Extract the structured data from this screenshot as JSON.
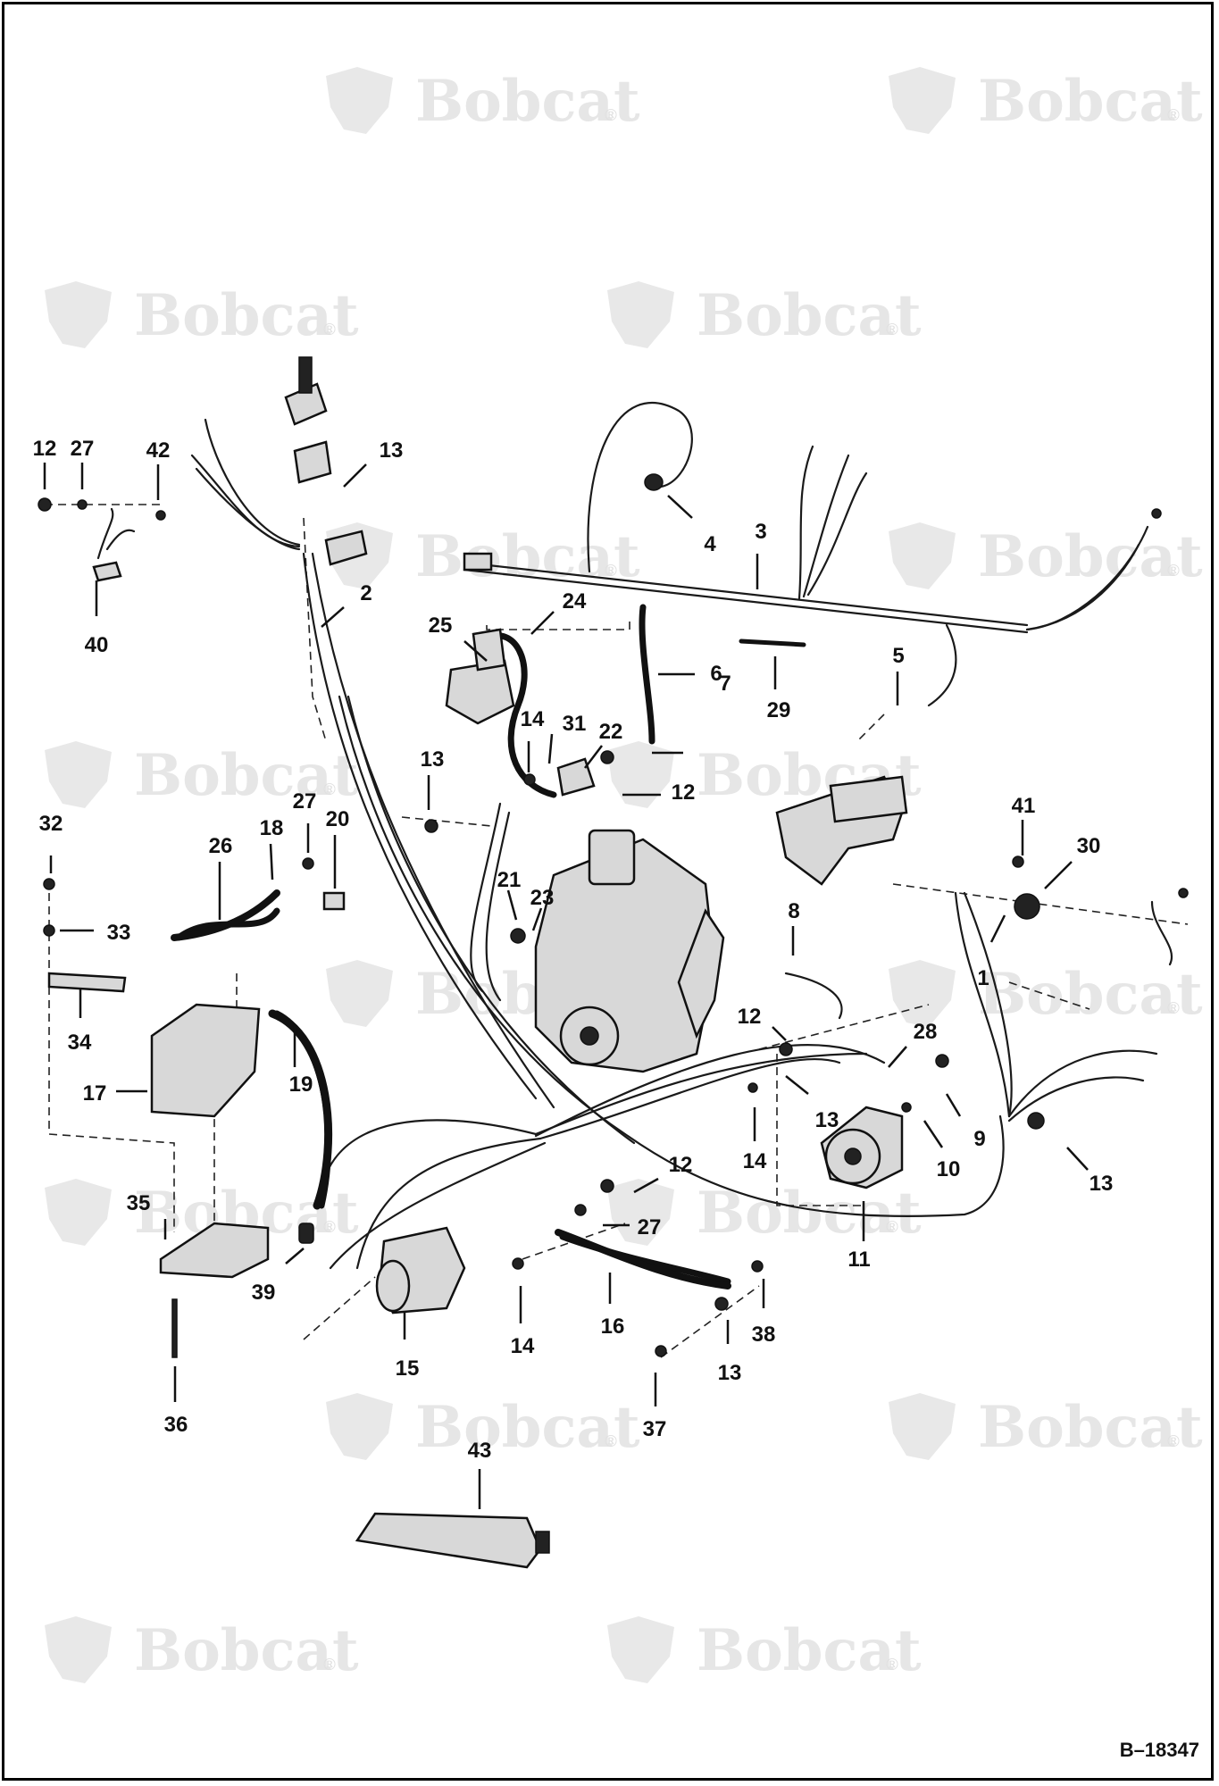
{
  "watermark": {
    "brand": "Bobcat",
    "mark": "®"
  },
  "reference_code": "B–18347",
  "callouts": [
    {
      "n": "12"
    },
    {
      "n": "27"
    },
    {
      "n": "42"
    },
    {
      "n": "13"
    },
    {
      "n": "40"
    },
    {
      "n": "2"
    },
    {
      "n": "4"
    },
    {
      "n": "3"
    },
    {
      "n": "25"
    },
    {
      "n": "24"
    },
    {
      "n": "6"
    },
    {
      "n": "29"
    },
    {
      "n": "5"
    },
    {
      "n": "14"
    },
    {
      "n": "31"
    },
    {
      "n": "22"
    },
    {
      "n": "7"
    },
    {
      "n": "12"
    },
    {
      "n": "13"
    },
    {
      "n": "32"
    },
    {
      "n": "27"
    },
    {
      "n": "26"
    },
    {
      "n": "18"
    },
    {
      "n": "20"
    },
    {
      "n": "33"
    },
    {
      "n": "34"
    },
    {
      "n": "21"
    },
    {
      "n": "23"
    },
    {
      "n": "8"
    },
    {
      "n": "41"
    },
    {
      "n": "30"
    },
    {
      "n": "1"
    },
    {
      "n": "17"
    },
    {
      "n": "19"
    },
    {
      "n": "12"
    },
    {
      "n": "28"
    },
    {
      "n": "13"
    },
    {
      "n": "9"
    },
    {
      "n": "14"
    },
    {
      "n": "10"
    },
    {
      "n": "13"
    },
    {
      "n": "12"
    },
    {
      "n": "35"
    },
    {
      "n": "27"
    },
    {
      "n": "11"
    },
    {
      "n": "39"
    },
    {
      "n": "16"
    },
    {
      "n": "38"
    },
    {
      "n": "14"
    },
    {
      "n": "15"
    },
    {
      "n": "13"
    },
    {
      "n": "36"
    },
    {
      "n": "37"
    },
    {
      "n": "43"
    }
  ]
}
